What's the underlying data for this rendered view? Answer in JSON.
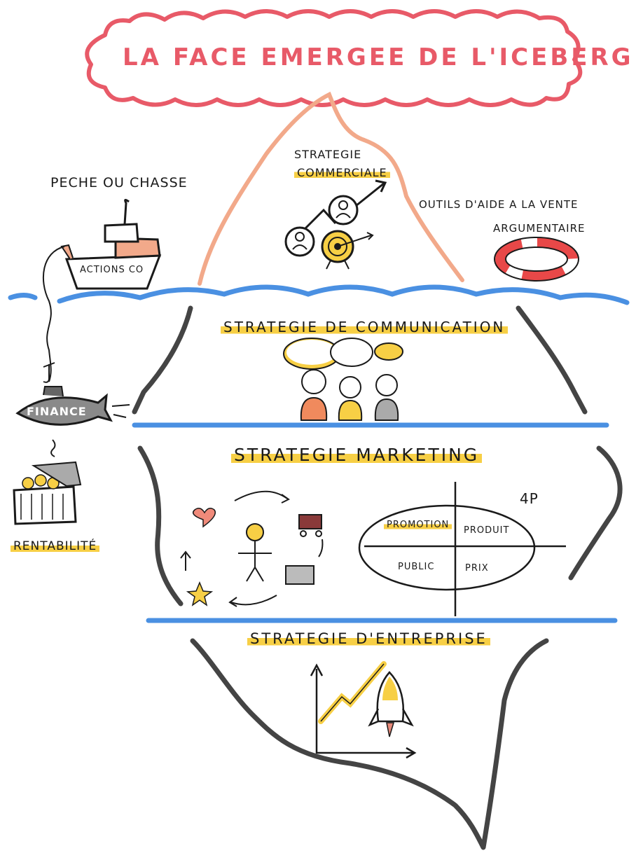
{
  "title": "LA FACE EMERGEE DE L'ICEBERG",
  "surface": {
    "strategie_commerciale": [
      "STRATEGIE",
      "COMMERCIALE"
    ],
    "peche_label": "PECHE OU CHASSE",
    "boat_label": "ACTIONS CO",
    "outils_label": [
      "OUTILS D'AIDE A LA VENTE",
      "ARGUMENTAIRE"
    ]
  },
  "layers": {
    "communication": "STRATEGIE DE COMMUNICATION",
    "marketing": "STRATEGIE MARKETING",
    "entreprise": "STRATEGIE D'ENTREPRISE"
  },
  "left_side": {
    "finance": "FINANCE",
    "rentabilite": "RENTABILITÉ"
  },
  "four_p": {
    "label": "4P",
    "quadrants": [
      "PROMOTION",
      "PRODUIT",
      "PUBLIC",
      "PRIX"
    ]
  },
  "colors": {
    "title_red": "#e85a68",
    "water_blue": "#4a90e2",
    "highlight_yellow": "#f7cf45",
    "iceberg_peach": "#f2a98a",
    "ink": "#1a1a1a"
  }
}
